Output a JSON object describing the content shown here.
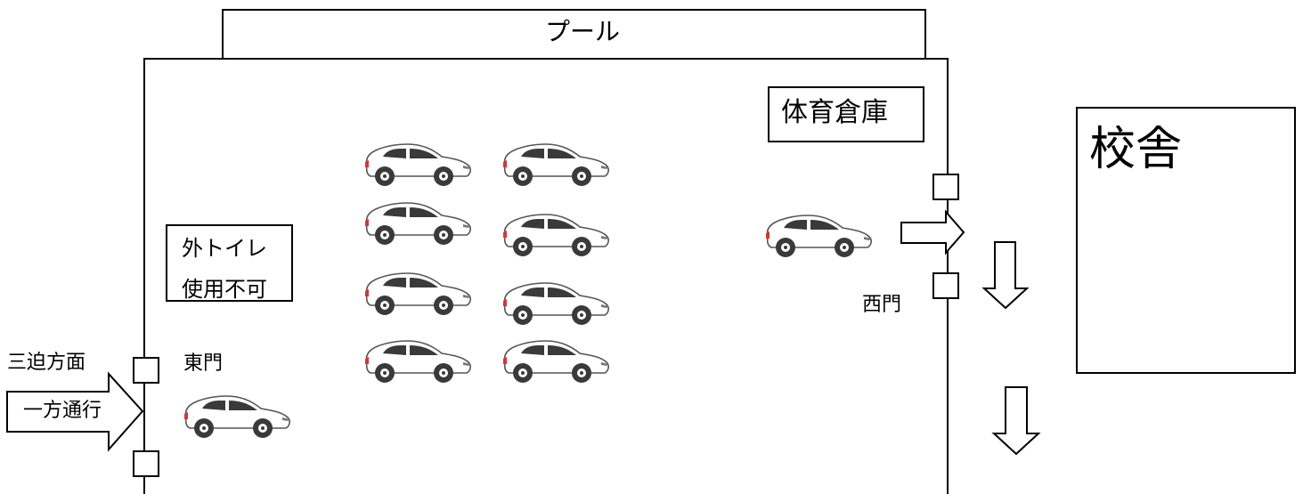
{
  "labels": {
    "pool": "プール",
    "gym_storage": "体育倉庫",
    "school_building": "校舎",
    "outdoor_toilet_line1": "外トイレ",
    "outdoor_toilet_line2": "使用不可",
    "east_gate": "東門",
    "west_gate": "西門",
    "from_direction": "三迫方面",
    "one_way": "一方通行"
  },
  "car_colors": {
    "body": "#ffffff",
    "outline": "#555555",
    "window": "#3a3a3a",
    "wheel": "#3a3a3a",
    "taillight": "#e03030"
  }
}
